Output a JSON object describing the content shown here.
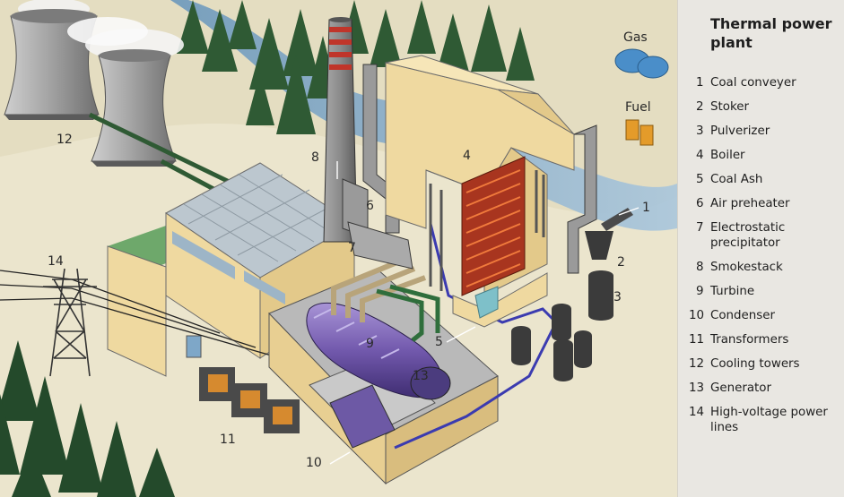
{
  "legend": {
    "title": "Thermal power plant",
    "items": [
      {
        "num": "1",
        "label": "Coal conveyer"
      },
      {
        "num": "2",
        "label": "Stoker"
      },
      {
        "num": "3",
        "label": "Pulverizer"
      },
      {
        "num": "4",
        "label": "Boiler"
      },
      {
        "num": "5",
        "label": "Coal Ash"
      },
      {
        "num": "6",
        "label": "Air preheater"
      },
      {
        "num": "7",
        "label": "Electrostatic precipitator"
      },
      {
        "num": "8",
        "label": "Smokestack"
      },
      {
        "num": "9",
        "label": "Turbine"
      },
      {
        "num": "10",
        "label": "Condenser"
      },
      {
        "num": "11",
        "label": "Transformers"
      },
      {
        "num": "12",
        "label": "Cooling towers"
      },
      {
        "num": "13",
        "label": "Generator"
      },
      {
        "num": "14",
        "label": "High-voltage power lines"
      }
    ]
  },
  "scene": {
    "fuel_labels": {
      "gas": "Gas",
      "fuel": "Fuel"
    },
    "callouts": {
      "n1": "1",
      "n2": "2",
      "n3": "3",
      "n4": "4",
      "n5": "5",
      "n6": "6",
      "n7": "7",
      "n8": "8",
      "n9": "9",
      "n10": "10",
      "n11": "11",
      "n12": "12",
      "n13": "13",
      "n14": "14"
    }
  },
  "colors": {
    "wall": "#efd9a0",
    "roof_glass": "#bcc7cf",
    "tower": "#9d9d9d",
    "boiler_coil": "#e0521c",
    "turbine": "#7e66b3",
    "water": "#7ea7c8",
    "tree": "#2f5a34",
    "ground": "#e9e3c9",
    "panel": "#e9e7e2"
  }
}
